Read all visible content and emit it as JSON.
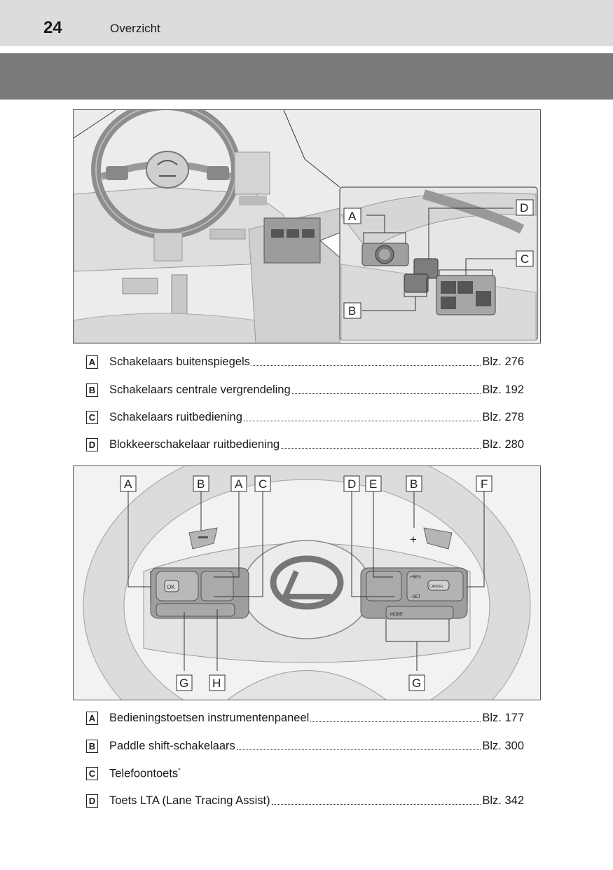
{
  "header": {
    "page_number": "24",
    "section_title": "Overzicht"
  },
  "figure1": {
    "callouts": [
      {
        "letter": "A"
      },
      {
        "letter": "B"
      },
      {
        "letter": "C"
      },
      {
        "letter": "D"
      }
    ]
  },
  "legend1": [
    {
      "letter": "A",
      "label": "Schakelaars buitenspiegels",
      "page": "Blz. 276"
    },
    {
      "letter": "B",
      "label": "Schakelaars centrale vergrendeling",
      "page": "Blz. 192"
    },
    {
      "letter": "C",
      "label": "Schakelaars ruitbediening",
      "page": "Blz. 278"
    },
    {
      "letter": "D",
      "label": "Blokkeerschakelaar ruitbediening",
      "page": "Blz. 280"
    }
  ],
  "figure2": {
    "top_callouts": [
      {
        "letter": "A"
      },
      {
        "letter": "B"
      },
      {
        "letter": "A"
      },
      {
        "letter": "C"
      },
      {
        "letter": "D"
      },
      {
        "letter": "E"
      },
      {
        "letter": "B"
      },
      {
        "letter": "F"
      }
    ],
    "bottom_callouts": [
      {
        "letter": "G"
      },
      {
        "letter": "H"
      },
      {
        "letter": "G"
      }
    ],
    "button_labels": {
      "ok": "OK",
      "res": "+RES",
      "set": "−SET",
      "cancel": "CANCEL",
      "mode": "MODE"
    }
  },
  "legend2": [
    {
      "letter": "A",
      "label": "Bedieningstoetsen instrumentenpaneel",
      "page": "Blz. 177"
    },
    {
      "letter": "B",
      "label": "Paddle shift-schakelaars",
      "page": "Blz. 300"
    },
    {
      "letter": "C",
      "label": "Telefoontoets",
      "marker": "*",
      "page": ""
    },
    {
      "letter": "D",
      "label": "Toets LTA (Lane Tracing Assist)",
      "page": "Blz. 342"
    }
  ],
  "colors": {
    "header_bg": "#dcdcdc",
    "band_bg": "#7a7a7a",
    "figure_bg": "#f4f4f4",
    "line": "#333333"
  }
}
